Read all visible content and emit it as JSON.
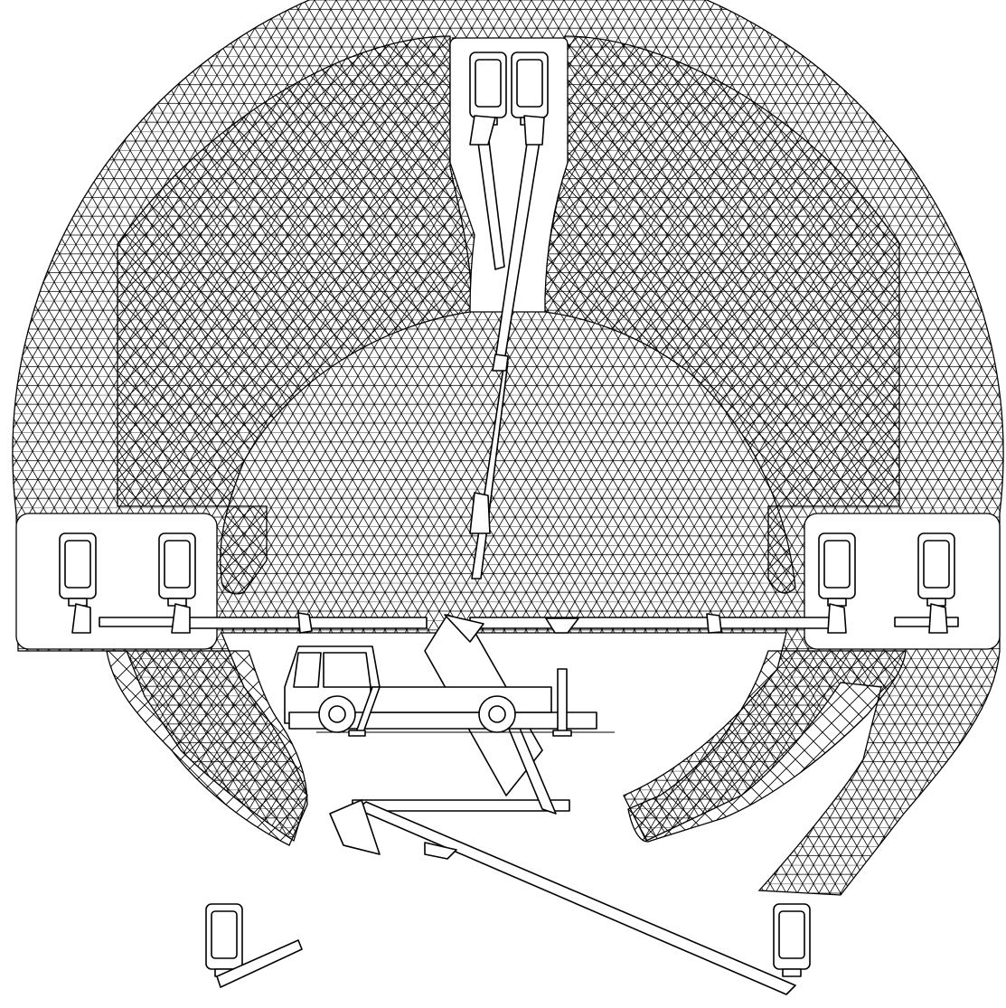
{
  "diagram": {
    "type": "aerial-work-platform-working-envelope",
    "colors": {
      "line": "#000000",
      "background": "#ffffff",
      "hatch": "#000000"
    },
    "hatch_patterns": [
      "diamond-crosshatch",
      "triangle-crosshatch"
    ],
    "components": [
      "envelope-outer-arc",
      "inner-working-zone",
      "upper-platform-pair",
      "left-platform-pair",
      "right-platform-pair",
      "lower-left-platform",
      "lower-right-platform",
      "telescopic-boom-horizontal",
      "telescopic-boom-vertical",
      "telescopic-boom-lowered",
      "truck-chassis",
      "truck-cab",
      "outrigger-left",
      "outrigger-right"
    ]
  }
}
